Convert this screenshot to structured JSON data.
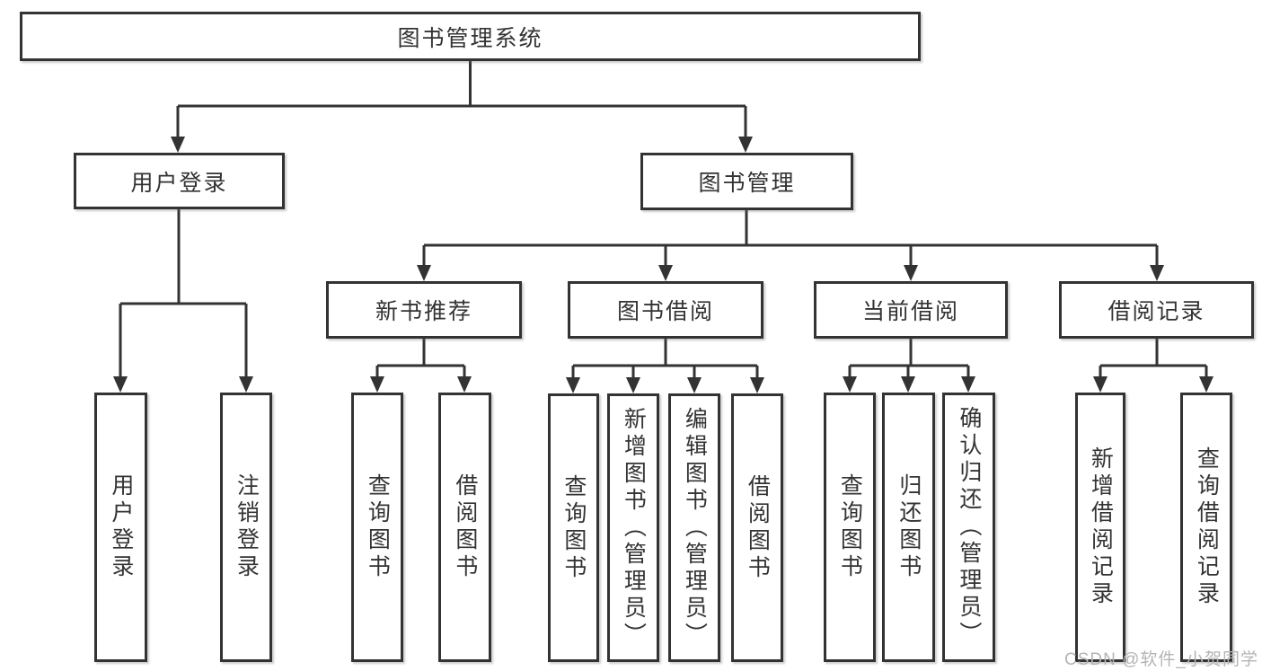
{
  "watermark": "CSDN @软件_小贺同学",
  "colors": {
    "line": "#333333",
    "text": "#333333",
    "watermark": "#b4b4b4"
  },
  "tree": {
    "root": {
      "label": "图书管理系统"
    },
    "children": [
      {
        "label": "用户登录",
        "children": [
          {
            "label": "用户登录"
          },
          {
            "label": "注销登录"
          }
        ]
      },
      {
        "label": "图书管理",
        "children": [
          {
            "label": "新书推荐",
            "children": [
              {
                "label": "查询图书"
              },
              {
                "label": "借阅图书"
              }
            ]
          },
          {
            "label": "图书借阅",
            "children": [
              {
                "label": "查询图书"
              },
              {
                "label": "新增图书（管理员）"
              },
              {
                "label": "编辑图书（管理员）"
              },
              {
                "label": "借阅图书"
              }
            ]
          },
          {
            "label": "当前借阅",
            "children": [
              {
                "label": "查询图书"
              },
              {
                "label": "归还图书"
              },
              {
                "label": "确认归还（管理员）"
              }
            ]
          },
          {
            "label": "借阅记录",
            "children": [
              {
                "label": "新增借阅记录"
              },
              {
                "label": "查询借阅记录"
              }
            ]
          }
        ]
      }
    ]
  }
}
